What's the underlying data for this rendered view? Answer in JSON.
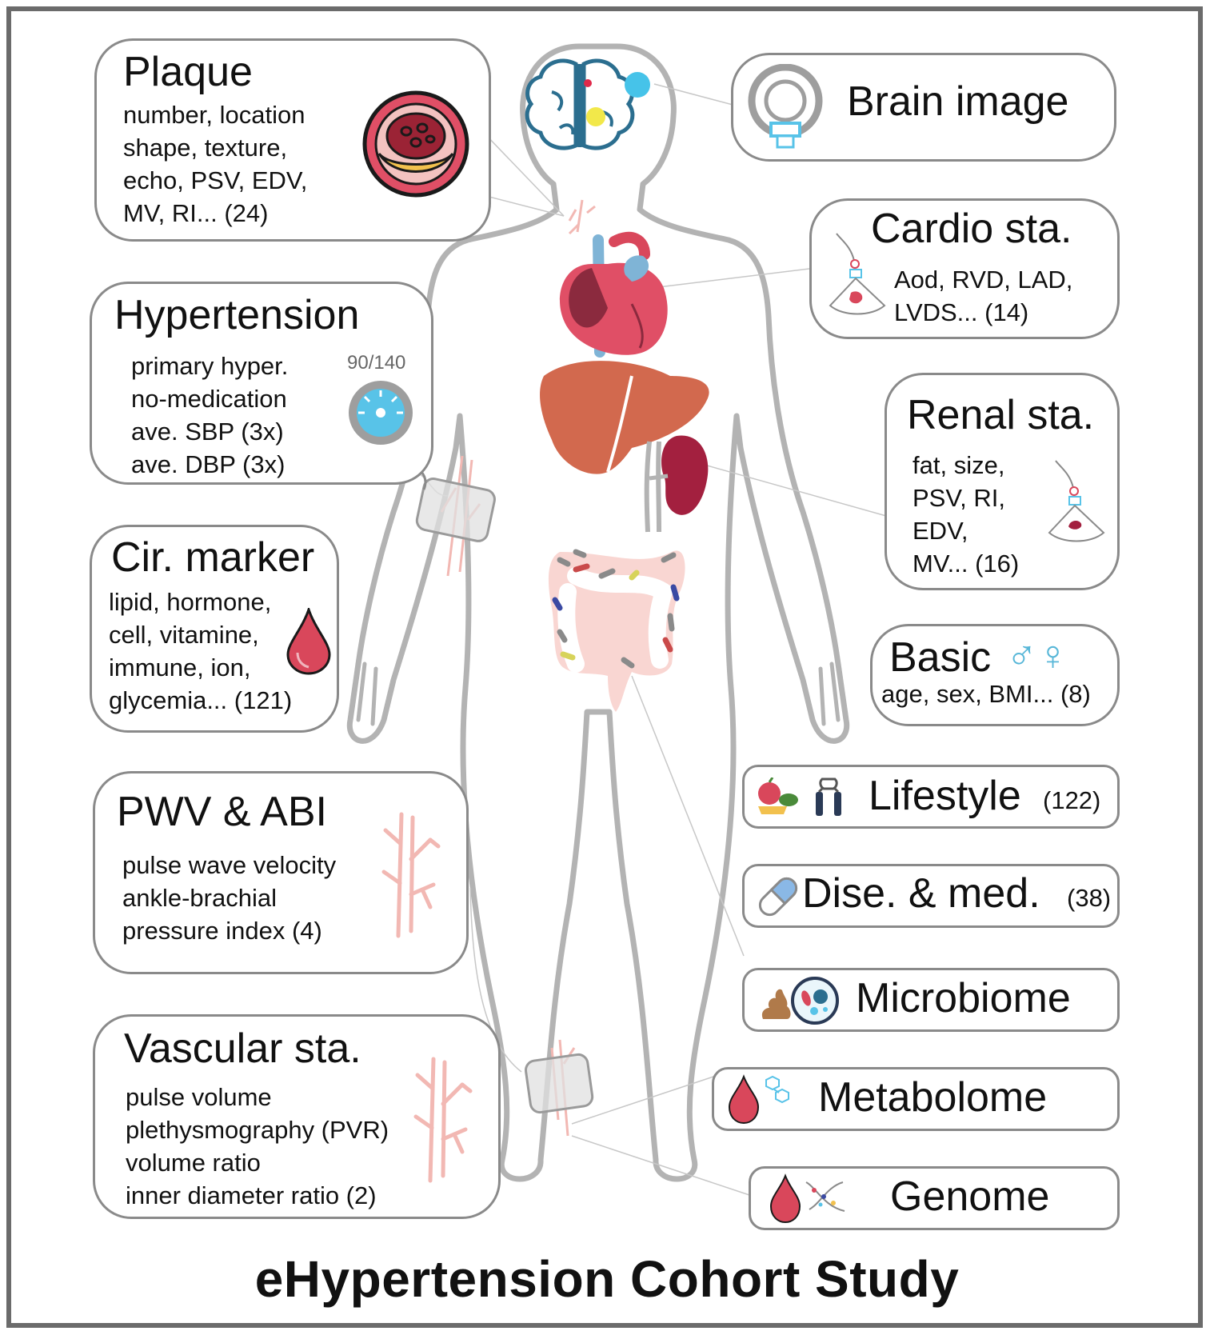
{
  "footer": "eHypertension Cohort Study",
  "plaque": {
    "title": "Plaque",
    "lines": [
      "number, location",
      "shape, texture,",
      "echo, PSV, EDV,",
      "MV, RI... (24)"
    ]
  },
  "hypertension": {
    "title": "Hypertension",
    "lines": [
      "primary hyper.",
      "no-medication",
      "ave. SBP (3x)",
      "ave. DBP (3x)"
    ],
    "bp_reading": "90/140"
  },
  "cir_marker": {
    "title": "Cir. marker",
    "lines": [
      "lipid, hormone,",
      "cell, vitamine,",
      "immune, ion,",
      "glycemia... (121)"
    ]
  },
  "pwv_abi": {
    "title": "PWV & ABI",
    "lines": [
      "pulse wave velocity",
      "ankle-brachial",
      "pressure index (4)"
    ]
  },
  "vascular": {
    "title": "Vascular sta.",
    "lines": [
      "pulse volume",
      "plethysmography (PVR)",
      "volume ratio",
      "inner diameter ratio (2)"
    ]
  },
  "brain": {
    "title": "Brain image"
  },
  "cardio": {
    "title": "Cardio sta.",
    "lines": [
      "Aod, RVD, LAD,",
      "LVDS... (14)"
    ]
  },
  "renal": {
    "title": "Renal sta.",
    "lines": [
      "fat, size,",
      "PSV, RI,",
      "EDV,",
      "MV... (16)"
    ]
  },
  "basic": {
    "title": "Basic",
    "symbols": "♂♀",
    "line": "age, sex, BMI... (8)"
  },
  "lifestyle": {
    "title": "Lifestyle",
    "count": "(122)"
  },
  "disease": {
    "title": "Dise. & med.",
    "count": "(38)"
  },
  "microbiome": {
    "title": "Microbiome"
  },
  "metabolome": {
    "title": "Metabolome"
  },
  "genome": {
    "title": "Genome"
  },
  "colors": {
    "outline": "#b3b3b3",
    "box_border": "#8a8a8a",
    "vessel": "#f2b8b3",
    "blood": "#d9475b",
    "liver": "#d2694e",
    "kidney": "#a3203f",
    "ultrasound": "#58c3e8"
  }
}
